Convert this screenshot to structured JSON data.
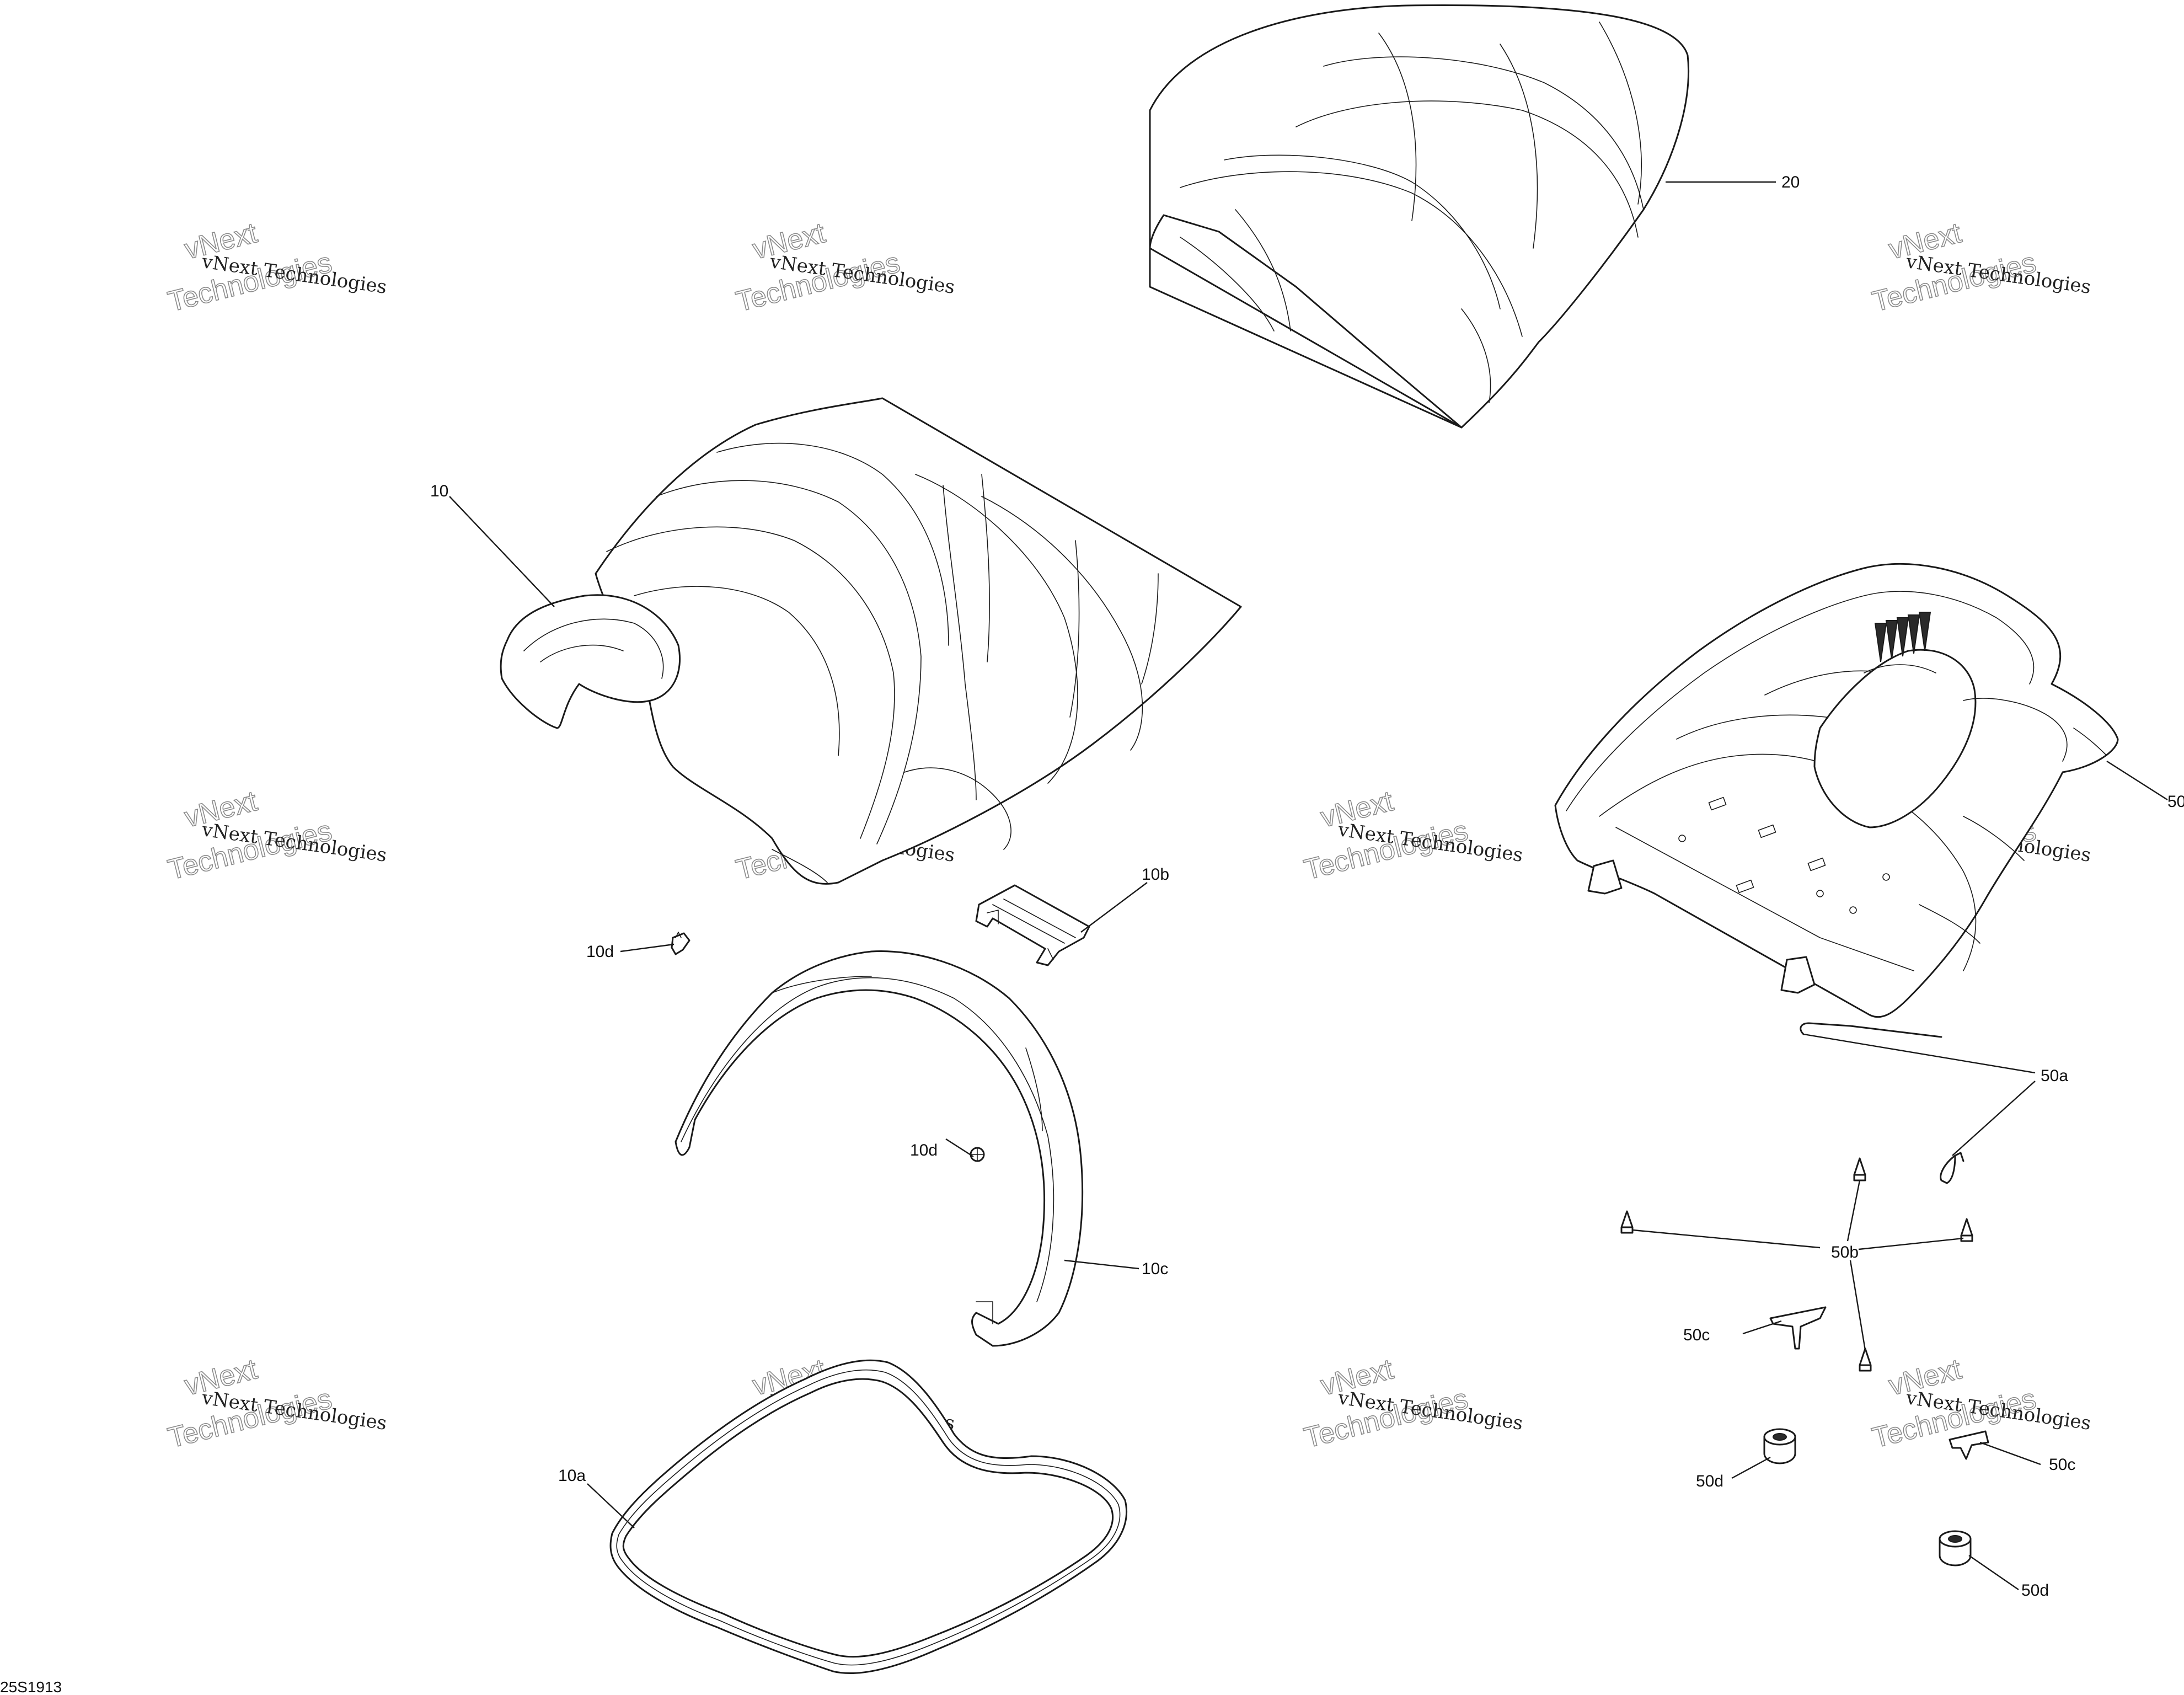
{
  "document_id": "25S1913",
  "watermark": {
    "small_line": "vNext Technologies",
    "big_line_1": "vNext",
    "big_line_2": "Technologies"
  },
  "callouts": {
    "seat_rear": "20",
    "seat_front": "10",
    "bracket": "10b",
    "clip_left": "10d",
    "clip_mid": "10d",
    "strap": "10c",
    "seal": "10a",
    "base": "50",
    "rod": "50a",
    "bumpers": "50b",
    "stop_upper": "50c",
    "stop_lower": "50c",
    "nut_upper": "50d",
    "nut_lower": "50d"
  }
}
